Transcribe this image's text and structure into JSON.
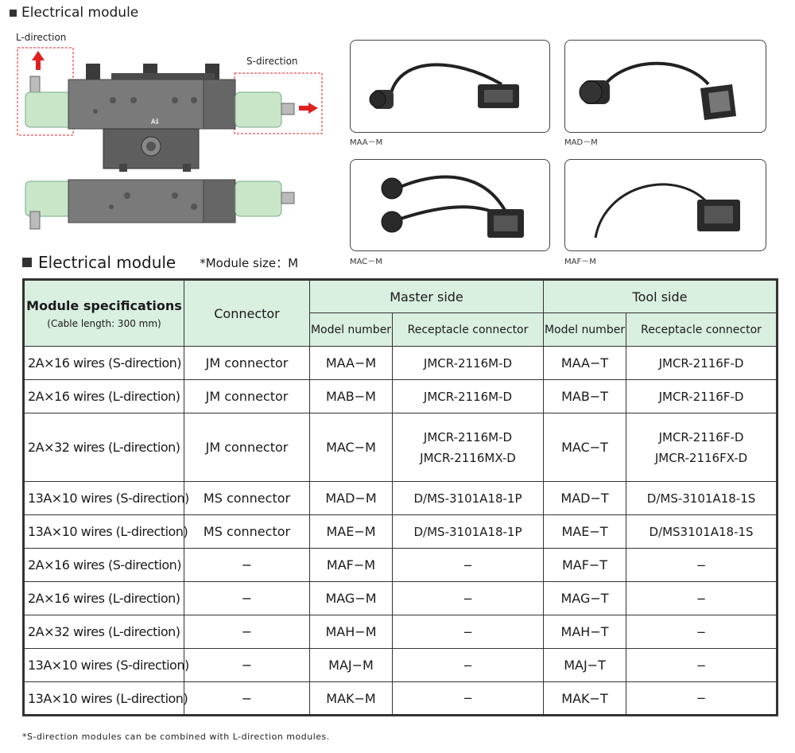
{
  "top_title": "Electrical module",
  "diagram": {
    "l_direction_label": "L-direction",
    "s_direction_label": "S-direction",
    "a1_label": "A1",
    "accent_color": "#e02020",
    "module_color": "#c9e6c9"
  },
  "photos": [
    {
      "caption": "MAA－M"
    },
    {
      "caption": "MAD－M"
    },
    {
      "caption": "MAC－M"
    },
    {
      "caption": "MAF－M"
    }
  ],
  "table_title": "Electrical module",
  "module_size_note": "*Module size：M",
  "table": {
    "header": {
      "spec_title": "Module specifications",
      "spec_sub": "(Cable length: 300 mm)",
      "connector": "Connector",
      "master_side": "Master  side",
      "tool_side": "Tool  side",
      "model_number": "Model number",
      "receptacle": "Receptacle connector"
    },
    "rows": [
      {
        "spec": "2A×16 wires (S-direction)",
        "connector": "JM connector",
        "master_model": "MAA−M",
        "master_recep": [
          "JMCR-2116M-D"
        ],
        "tool_model": "MAA−T",
        "tool_recep": [
          "JMCR-2116F-D"
        ]
      },
      {
        "spec": "2A×16 wires (L-direction)",
        "connector": "JM connector",
        "master_model": "MAB−M",
        "master_recep": [
          "JMCR-2116M-D"
        ],
        "tool_model": "MAB−T",
        "tool_recep": [
          "JMCR-2116F-D"
        ]
      },
      {
        "spec": "2A×32 wires (L-direction)",
        "connector": "JM connector",
        "master_model": "MAC−M",
        "master_recep": [
          "JMCR-2116M-D",
          "JMCR-2116MX-D"
        ],
        "tool_model": "MAC−T",
        "tool_recep": [
          "JMCR-2116F-D",
          "JMCR-2116FX-D"
        ]
      },
      {
        "spec": "13A×10 wires (S-direction)",
        "connector": "MS connector",
        "master_model": "MAD−M",
        "master_recep": [
          "D/MS-3101A18-1P"
        ],
        "tool_model": "MAD−T",
        "tool_recep": [
          "D/MS-3101A18-1S"
        ]
      },
      {
        "spec": "13A×10 wires (L-direction)",
        "connector": "MS connector",
        "master_model": "MAE−M",
        "master_recep": [
          "D/MS-3101A18-1P"
        ],
        "tool_model": "MAE−T",
        "tool_recep": [
          "D/MS3101A18-1S"
        ]
      },
      {
        "spec": "2A×16 wires (S-direction)",
        "connector": "−",
        "master_model": "MAF−M",
        "master_recep": [
          "−"
        ],
        "tool_model": "MAF−T",
        "tool_recep": [
          "−"
        ]
      },
      {
        "spec": "2A×16 wires (L-direction)",
        "connector": "−",
        "master_model": "MAG−M",
        "master_recep": [
          "−"
        ],
        "tool_model": "MAG−T",
        "tool_recep": [
          "−"
        ]
      },
      {
        "spec": "2A×32 wires (L-direction)",
        "connector": "−",
        "master_model": "MAH−M",
        "master_recep": [
          "−"
        ],
        "tool_model": "MAH−T",
        "tool_recep": [
          "−"
        ]
      },
      {
        "spec": "13A×10 wires (S-direction)",
        "connector": "−",
        "master_model": "MAJ−M",
        "master_recep": [
          "−"
        ],
        "tool_model": "MAJ−T",
        "tool_recep": [
          "−"
        ]
      },
      {
        "spec": "13A×10 wires (L-direction)",
        "connector": "−",
        "master_model": "MAK−M",
        "master_recep": [
          "−"
        ],
        "tool_model": "MAK−T",
        "tool_recep": [
          "−"
        ]
      }
    ]
  },
  "footnote": "*S-direction modules can be combined with L-direction modules."
}
